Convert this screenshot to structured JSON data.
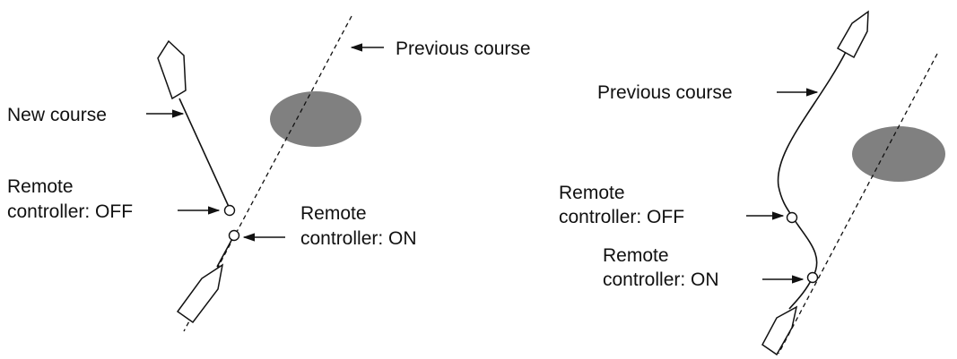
{
  "colors": {
    "obstacle": "#808080",
    "line": "#111111",
    "background": "#ffffff"
  },
  "left_panel": {
    "previous_course": "Previous course",
    "new_course": "New course",
    "remote_off_line1": "Remote",
    "remote_off_line2": "controller: OFF",
    "remote_on_line1": "Remote",
    "remote_on_line2": "controller: ON"
  },
  "right_panel": {
    "previous_course": "Previous course",
    "remote_off_line1": "Remote",
    "remote_off_line2": "controller: OFF",
    "remote_on_line1": "Remote",
    "remote_on_line2": "controller: ON"
  }
}
